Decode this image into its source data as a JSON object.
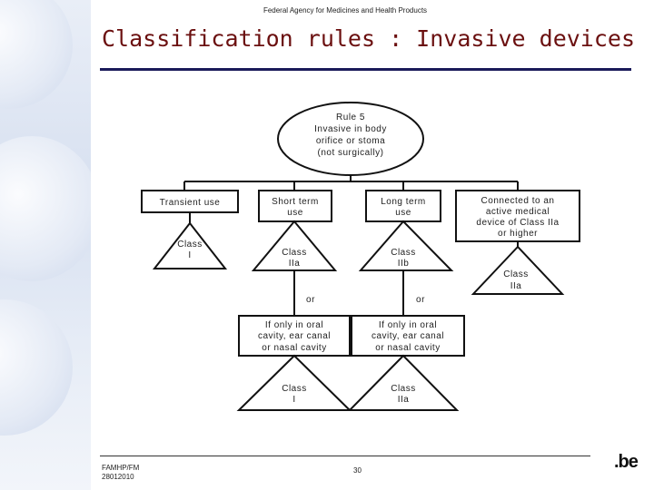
{
  "header": {
    "agency": "Federal Agency for Medicines and Health Products"
  },
  "title": "Classification rules : Invasive devices",
  "diagram": {
    "root": {
      "lines": [
        "Rule 5",
        "Invasive in body",
        "orifice or stoma",
        "(not surgically)"
      ]
    },
    "categories": [
      {
        "lines": [
          "Transient use"
        ]
      },
      {
        "lines": [
          "Short term",
          "use"
        ]
      },
      {
        "lines": [
          "Long term",
          "use"
        ]
      },
      {
        "lines": [
          "Connected to an",
          "active medical",
          "device of Class IIa",
          "or higher"
        ]
      }
    ],
    "classes": [
      {
        "lines": [
          "Class",
          "I"
        ]
      },
      {
        "lines": [
          "Class",
          "IIa"
        ]
      },
      {
        "lines": [
          "Class",
          "IIb"
        ]
      },
      {
        "lines": [
          "Class",
          "IIa"
        ]
      }
    ],
    "or_labels": [
      "or",
      "or"
    ],
    "exceptions": [
      {
        "lines": [
          "If only in oral",
          "cavity, ear canal",
          "or nasal cavity"
        ]
      },
      {
        "lines": [
          "If only in oral",
          "cavity, ear canal",
          "or nasal cavity"
        ]
      }
    ],
    "exception_classes": [
      {
        "lines": [
          "Class",
          "I"
        ]
      },
      {
        "lines": [
          "Class",
          "IIa"
        ]
      }
    ]
  },
  "footer": {
    "org": "FAMHP/FM",
    "date": "28012010",
    "page": "30",
    "logo": ".be"
  }
}
